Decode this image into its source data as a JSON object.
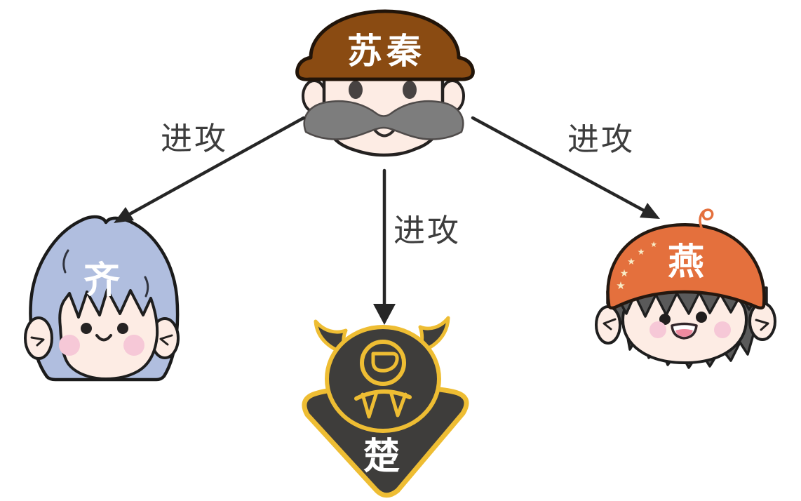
{
  "diagram": {
    "background": "#ffffff",
    "attacker": {
      "name": "苏秦"
    },
    "targets": [
      {
        "name": "齐"
      },
      {
        "name": "楚"
      },
      {
        "name": "燕"
      }
    ],
    "edges": [
      {
        "from": "苏秦",
        "to": "齐",
        "label": "进攻"
      },
      {
        "from": "苏秦",
        "to": "楚",
        "label": "进攻"
      },
      {
        "from": "苏秦",
        "to": "燕",
        "label": "进攻"
      }
    ],
    "decorations": {
      "star_glyph": "★",
      "yan_cap_star_count": 5
    },
    "colors": {
      "suqin_hat_brown": "#8a4b12",
      "skin": "#fdece4",
      "mustache_gray": "#7d7d7d",
      "qi_hair_blue": "#b0bedf",
      "cheek_pink": "#f6c8d7",
      "chu_body_dark": "#3e3d3b",
      "chu_gold": "#eebd33",
      "yan_cap_orange": "#e4703d",
      "yan_hair_gray": "#5a5a5a",
      "arrow_dark": "#262626",
      "edge_label_text": "#3d3d3d",
      "name_text_white": "#ffffff"
    }
  }
}
